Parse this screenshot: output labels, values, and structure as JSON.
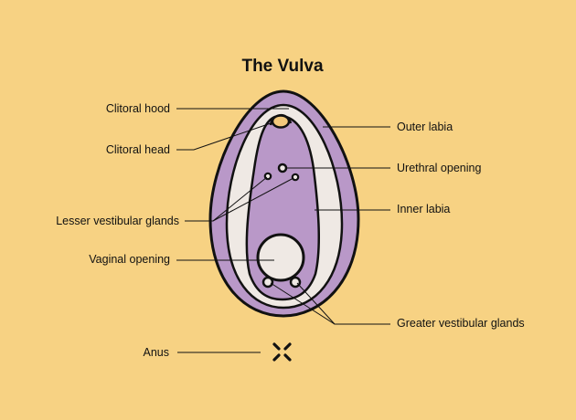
{
  "title": "The Vulva",
  "labels": {
    "clitoral_hood": "Clitoral hood",
    "clitoral_head": "Clitoral head",
    "lesser_vestibular_glands": "Lesser vestibular glands",
    "vaginal_opening": "Vaginal opening",
    "anus": "Anus",
    "outer_labia": "Outer labia",
    "urethral_opening": "Urethral opening",
    "inner_labia": "Inner labia",
    "greater_vestibular_glands": "Greater vestibular glands"
  },
  "colors": {
    "background": "#f7d283",
    "tissue_purple": "#b998c8",
    "inner_ring_white": "#efe9e4",
    "clitoral_head_yellow": "#f3c97c",
    "outline": "#111111"
  }
}
